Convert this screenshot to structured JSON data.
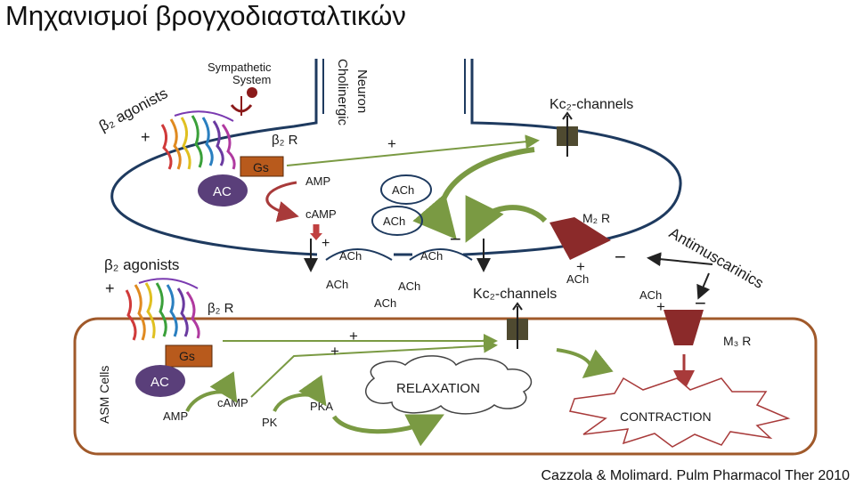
{
  "title": "Μηχανισμοί βρογχοδιασταλτικών",
  "citation": "Cazzola & Molimard. Pulm Pharmacol Ther 2010",
  "colors": {
    "green_arrow": "#7a9a43",
    "red_arrow": "#a83a3a",
    "neuron_border": "#1e3a5f",
    "asm_border": "#a0592a",
    "gs_box": "#b85a1c",
    "ac_circle": "#5a3f7a",
    "channel": "#4f4a30",
    "receptor": "#8b2a2a",
    "sympathetic_dot": "#8b1a1a"
  },
  "neuron": {
    "sympathetic_label_line1": "Sympathetic",
    "sympathetic_label_line2": "System",
    "cholinergic_label_line1": "Cholinergic",
    "cholinergic_label_line2": "Neuron",
    "b2_agonists": "β₂ agonists",
    "plus_agonist": "+",
    "b2r": "β₂ R",
    "gs": "Gs",
    "ac": "AC",
    "amp": "AMP",
    "camp": "cAMP",
    "plus_green": "+",
    "kca_channels": "Kᴄ₂-channels",
    "ach_vesicle_1": "ACh",
    "ach_vesicle_2": "ACh",
    "ach_release_1": "ACh",
    "ach_release_2": "ACh",
    "m2r": "M₂ R",
    "minus_m2": "−",
    "plus_m2": "+",
    "ach_m2": "ACh",
    "plus_release": "+",
    "minus_release": "−"
  },
  "released": {
    "ach_left": "ACh",
    "ach_center": "ACh",
    "ach_bottom": "ACh"
  },
  "antimuscarinics": {
    "label": "Antimuscarinics",
    "minus_m2": "−",
    "minus_m3": "−"
  },
  "asm": {
    "cells_label": "ASM Cells",
    "b2_agonists": "β₂ agonists",
    "plus_agonist": "+",
    "b2r": "β₂ R",
    "gs": "Gs",
    "ac": "AC",
    "amp": "AMP",
    "camp": "cAMP",
    "pk": "PK",
    "pka": "PKA",
    "plus_1": "+",
    "plus_2": "+",
    "kca_channels": "Kᴄ₂-channels",
    "relaxation": "RELAXATION",
    "ach_m3": "ACh",
    "plus_m3": "+",
    "m3r": "M₃ R",
    "contraction": "CONTRACTION"
  }
}
